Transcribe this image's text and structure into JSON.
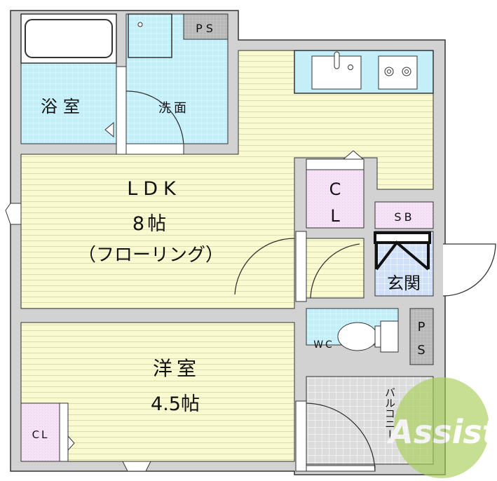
{
  "rooms": {
    "bath": {
      "label": "浴室"
    },
    "washroom": {
      "label": "洗面"
    },
    "ps_top": {
      "label": "PS"
    },
    "ldk": {
      "name": "LDK",
      "size": "8帖",
      "floor": "（フローリング）"
    },
    "closet_ldk": {
      "label_c": "C",
      "label_l": "L"
    },
    "shoe_box": {
      "label": "SB"
    },
    "entrance": {
      "label": "玄関"
    },
    "wc": {
      "label": "WC"
    },
    "ps_wc": {
      "label_p": "P",
      "label_s": "S"
    },
    "western_room": {
      "name": "洋室",
      "size": "4.5帖"
    },
    "closet_western": {
      "label": "CL"
    },
    "balcony": {
      "label": "バルコニー"
    }
  },
  "logo": {
    "text": "Assist"
  },
  "colors": {
    "wall": "#d2d2d2",
    "wet_area": "#c4eef8",
    "flooring": "#fafad0",
    "closet": "#f6e2f6",
    "entrance": "#cfe0f8",
    "ps": "#bdbdbd",
    "balcony": "#e4e4e4",
    "logo": "#9cc84a"
  }
}
